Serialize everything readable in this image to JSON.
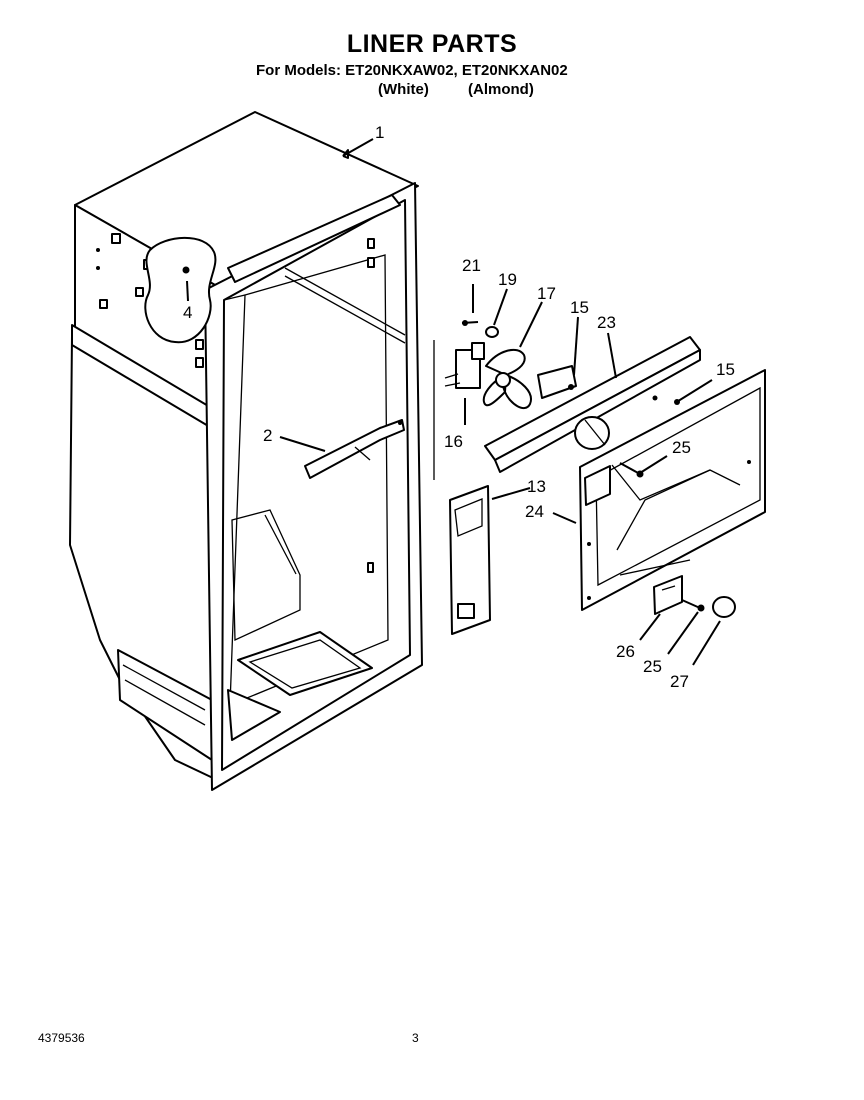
{
  "header": {
    "title": "LINER PARTS",
    "models_line": "For Models:  ET20NKXAW02, ET20NKXAN02",
    "finish_white": "(White)",
    "finish_almond": "(Almond)"
  },
  "callouts": {
    "c1": "1",
    "c2": "2",
    "c4": "4",
    "c13": "13",
    "c15a": "15",
    "c15b": "15",
    "c16": "16",
    "c17": "17",
    "c19": "19",
    "c21": "21",
    "c23": "23",
    "c24": "24",
    "c25a": "25",
    "c25b": "25",
    "c26": "26",
    "c27": "27"
  },
  "footer": {
    "doc_number": "4379536",
    "page_number": "3"
  }
}
